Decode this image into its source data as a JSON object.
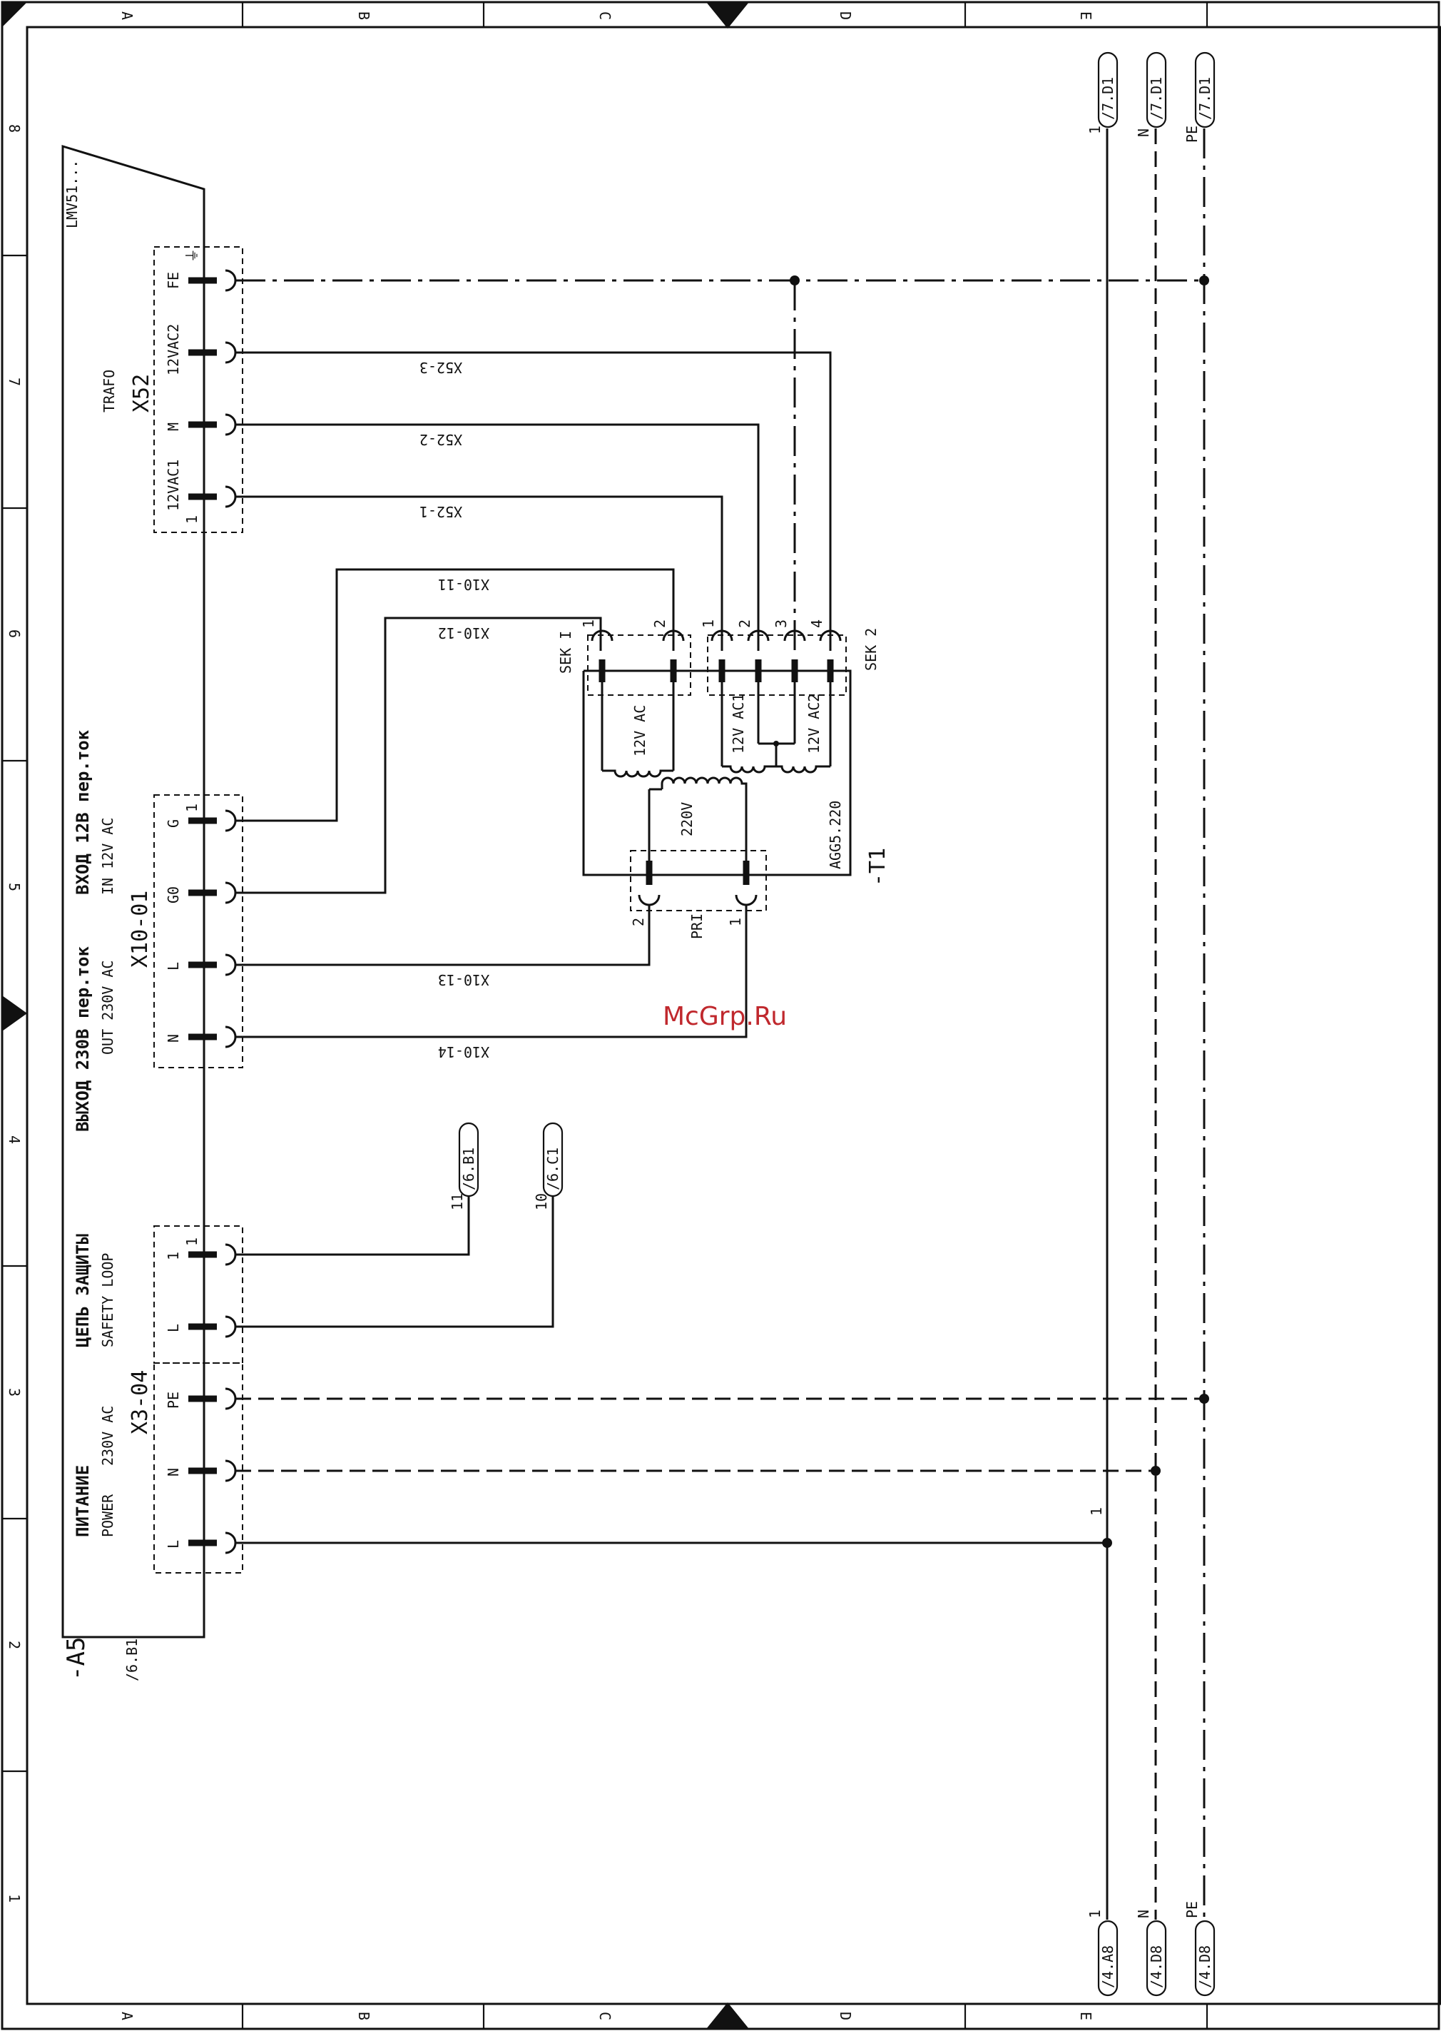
{
  "watermark": "McGrp.Ru",
  "border": {
    "columns": [
      "A",
      "B",
      "C",
      "D",
      "E"
    ],
    "rows": [
      "8",
      "7",
      "6",
      "5",
      "4",
      "3",
      "2",
      "1"
    ]
  },
  "device": {
    "ref": "-A5",
    "type": "LMV51...",
    "crossref": "/6.B1"
  },
  "x52": {
    "name": "X52",
    "title": "TRAFO",
    "pins": [
      "FE",
      "12VAC2",
      "M",
      "12VAC1"
    ],
    "pin_number": "1",
    "ground_symbol": "⏚",
    "wires": [
      "X52-3",
      "X52-2",
      "X52-1"
    ]
  },
  "x10": {
    "name": "X10-01",
    "in_ru": "ВХОД 12В пер.ток",
    "in_en": "IN 12V AC",
    "out_ru": "ВЫХОД 230В пер.ток",
    "out_en": "OUT 230V AC",
    "pins": [
      "G",
      "G0",
      "L",
      "N"
    ],
    "pin_number": "1",
    "wires": [
      "X10-11",
      "X10-12",
      "X10-13",
      "X10-14"
    ]
  },
  "x3": {
    "name": "X3-04",
    "safety_ru": "ЦЕПЬ ЗАЩИТЫ",
    "safety_en": "SAFETY LOOP",
    "power_ru": "ПИТАНИЕ",
    "power_en": "POWER",
    "power_v": "230V AC",
    "safety_pins": [
      "1",
      "L"
    ],
    "power_pins": [
      "PE",
      "N",
      "L"
    ],
    "pin_number": "1"
  },
  "transformer": {
    "ref": "-T1",
    "type": "AGG5.220",
    "pri_label": "PRI",
    "pri_voltage": "220V",
    "pri_pins": [
      "2",
      "1"
    ],
    "sek1_label": "SEK I",
    "sek1_voltage": "12V AC",
    "sek1_pins": [
      "1",
      "2"
    ],
    "sek2_label": "SEK 2",
    "sek2_v1": "12V AC1",
    "sek2_v2": "12V AC2",
    "sek2_pins": [
      "1",
      "2",
      "3",
      "4"
    ]
  },
  "crossrefs": {
    "top": [
      "/7.D1",
      "/7.D1",
      "/7.D1"
    ],
    "bottom": [
      "/4.A8",
      "/4.D8",
      "/4.D8"
    ],
    "rail_labels": [
      "1",
      "N",
      "PE"
    ],
    "safety": [
      {
        "num": "11",
        "ref": "/6.B1"
      },
      {
        "num": "10",
        "ref": "/6.C1"
      }
    ],
    "l_rail_label": "1"
  }
}
